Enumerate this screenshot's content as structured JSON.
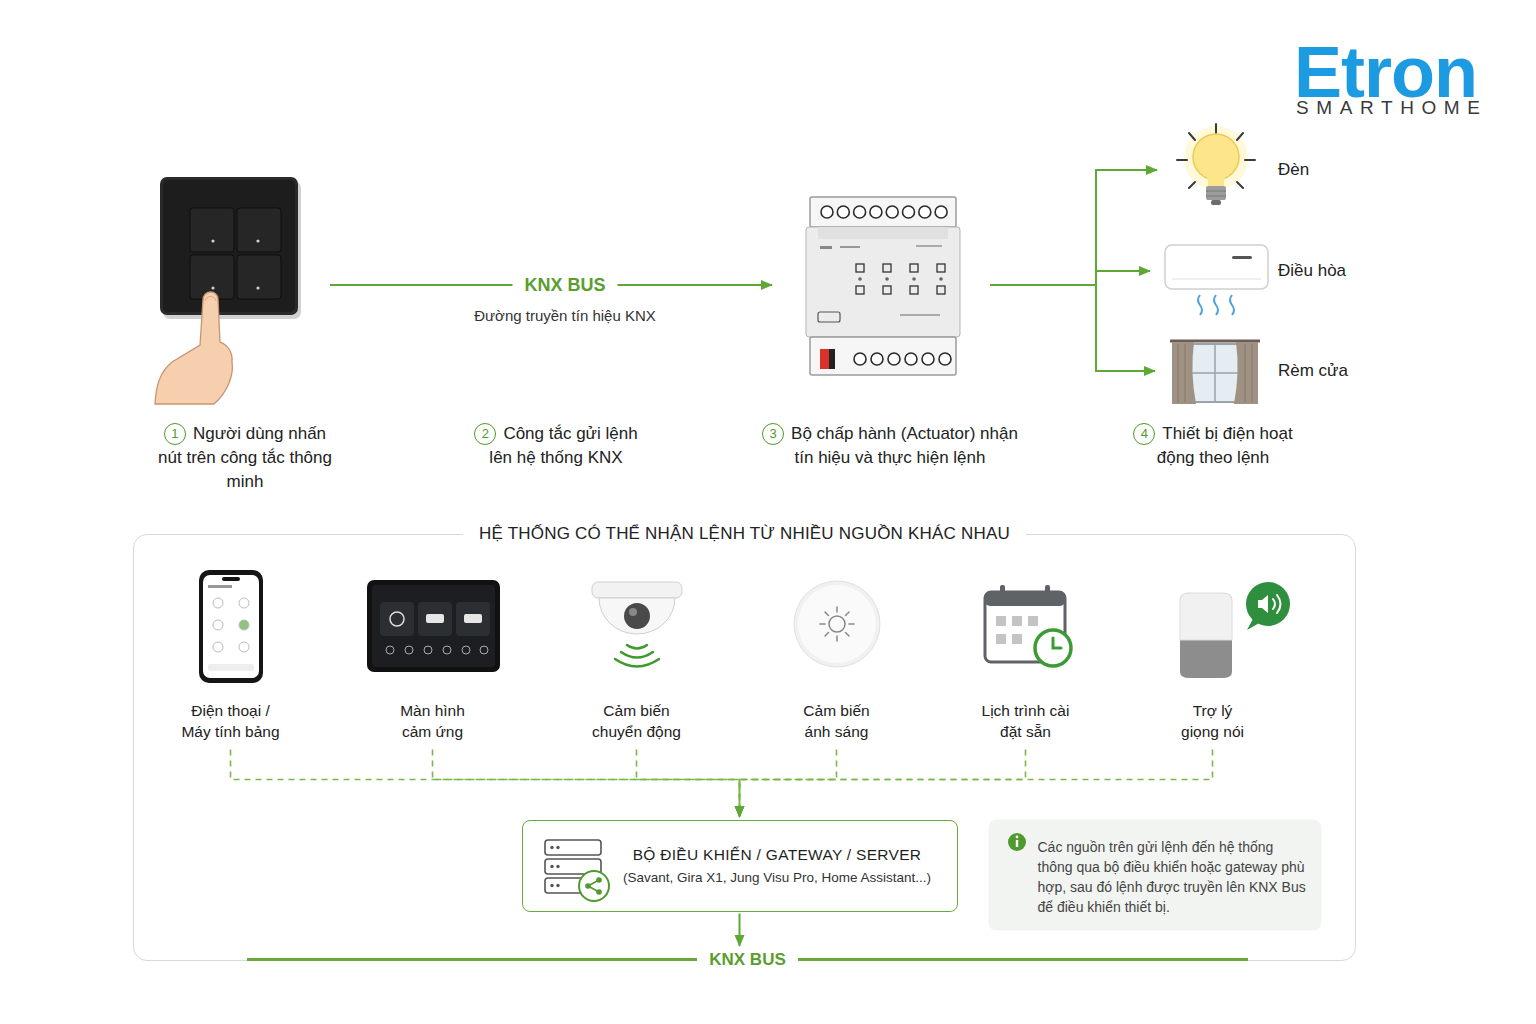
{
  "diagram": {
    "nodes": [
      {
        "text": [
          "Người dùng nhấn nút trên công tắc thông minh"
        ]
      },
      {
        "text": [
          "Bộ chấp hành (Actuator) nhận tín hiệu và thực hiện lệnh"
        ]
      },
      {
        "text": [
          "Đèn"
        ]
      },
      {
        "text": [
          "Điều hòa"
        ]
      },
      {
        "text": [
          "Rèm cửa"
        ]
      },
      {
        "text": [
          "HỆ THỐNG CÓ THỂ NHẬN LỆNH TỪ NHIỀU NGUỒN KHÁC NHAU"
        ]
      },
      {
        "text": [
          "Điện thoại / Máy tính bảng"
        ],
        "in": 5
      },
      {
        "text": [
          "Màn hình cảm ứng"
        ],
        "in": 5
      },
      {
        "text": [
          "Cảm biến chuyển động"
        ],
        "in": 5
      },
      {
        "text": [
          "Cảm biến ánh sáng"
        ],
        "in": 5
      },
      {
        "text": [
          "Lịch trình cài đặt sẵn"
        ],
        "in": 5
      },
      {
        "text": [
          "Trợ lý giọng nói"
        ],
        "in": 5
      },
      {
        "text": [
          "BỘ ĐIỀU KHIỂN / GATEWAY / SERVER",
          "(Savant, Gira X1, Jung Visu Pro, Home Assistant...)"
        ],
        "in": 5
      },
      {
        "text": [
          "Các nguồn trên gửi lệnh đến hệ thống thông qua bộ điều khiển hoặc gateway phù hợp, sau đó lệnh được truyền lên KNX Bus để điều khiển thiết bị."
        ],
        "in": 5
      },
      {
        "text": [
          "KNX BUS"
        ]
      }
    ],
    "edges": [
      {
        "from": 0,
        "to": 1,
        "label": "KNX BUS",
        "arrow": "to"
      },
      {
        "from": 1,
        "to": 2,
        "arrow": "to"
      },
      {
        "from": 1,
        "to": 3,
        "arrow": "to"
      },
      {
        "from": 1,
        "to": 4,
        "arrow": "to"
      },
      {
        "from": 6,
        "to": 12,
        "arrow": "to"
      },
      {
        "from": 7,
        "to": 12,
        "arrow": "to"
      },
      {
        "from": 8,
        "to": 12,
        "arrow": "to"
      },
      {
        "from": 9,
        "to": 12,
        "arrow": "to"
      },
      {
        "from": 10,
        "to": 12,
        "arrow": "to"
      },
      {
        "from": 11,
        "to": 12,
        "arrow": "to"
      },
      {
        "from": 12,
        "to": 14,
        "arrow": "to"
      }
    ],
    "labels": [
      "Etron",
      "SMARTHOME",
      "Đường truyền tín hiệu KNX",
      "1",
      "2",
      "Công tắc gửi lệnh lên hệ thống KNX",
      "3",
      "4",
      "Thiết bị điện hoạt động theo lệnh"
    ]
  }
}
